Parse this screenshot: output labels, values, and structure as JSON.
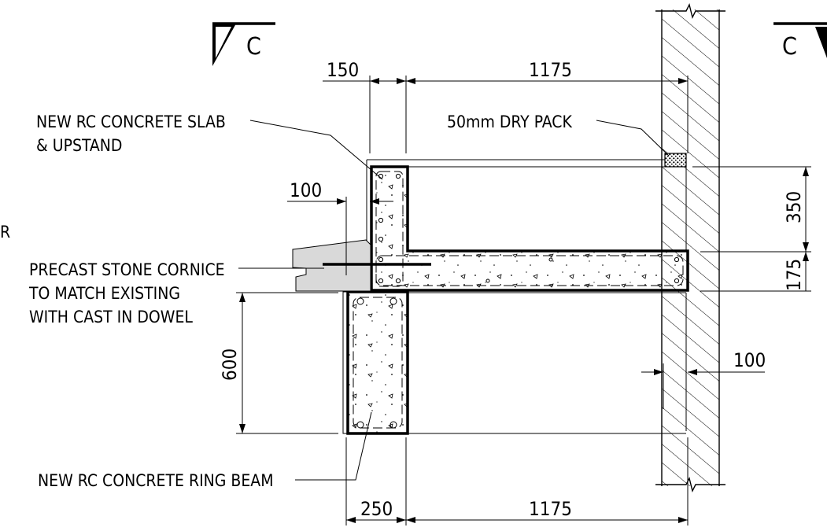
{
  "section_marks": {
    "left": "C",
    "right": "C"
  },
  "labels": {
    "slab_upstand_line1": "NEW RC CONCRETE SLAB",
    "slab_upstand_line2": "& UPSTAND",
    "dry_pack": "50mm DRY PACK",
    "cornice_line1": "PRECAST STONE CORNICE",
    "cornice_line2": "TO MATCH EXISTING",
    "cornice_line3": "WITH CAST IN DOWEL",
    "ring_beam": "NEW RC CONCRETE RING BEAM",
    "cut_letter": "R"
  },
  "dimensions": {
    "top_upstand_width": "150",
    "top_slab_span": "1175",
    "cornice_projection": "100",
    "upstand_height": "350",
    "slab_thickness": "175",
    "beam_depth": "600",
    "wall_bearing": "100",
    "bottom_beam_width": "250",
    "bottom_span": "1175"
  }
}
